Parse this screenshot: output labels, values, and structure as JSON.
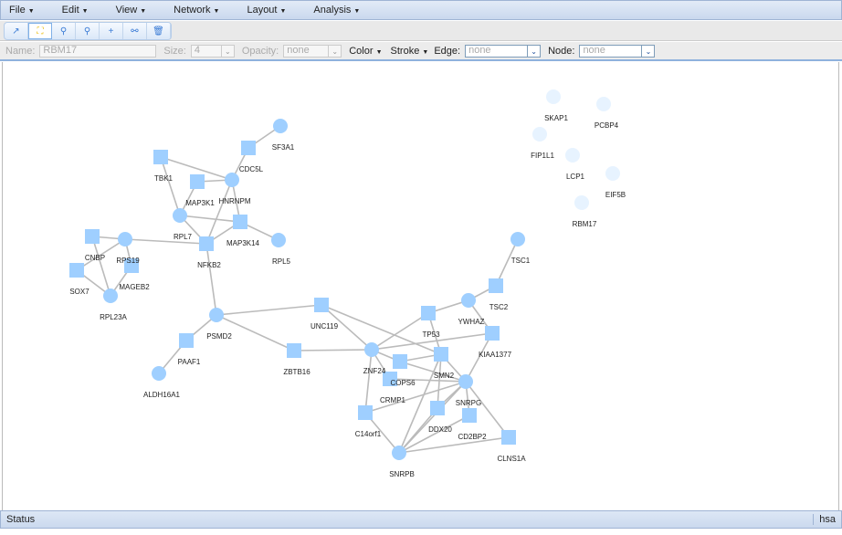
{
  "menubar": {
    "items": [
      "File",
      "Edit",
      "View",
      "Network",
      "Layout",
      "Analysis"
    ]
  },
  "toolbar": {
    "tools": [
      {
        "name": "select-tool",
        "glyph": "↗"
      },
      {
        "name": "fit-tool",
        "glyph": "⛶"
      },
      {
        "name": "zoom-in-tool",
        "glyph": "⚲"
      },
      {
        "name": "zoom-out-tool",
        "glyph": "⚲"
      },
      {
        "name": "add-node-tool",
        "glyph": "+"
      },
      {
        "name": "add-edge-tool",
        "glyph": "⚯"
      },
      {
        "name": "delete-tool",
        "glyph": "🗑"
      }
    ]
  },
  "properties": {
    "name_label": "Name:",
    "name_value": "RBM17",
    "size_label": "Size:",
    "size_value": "4",
    "opacity_label": "Opacity:",
    "opacity_value": "none",
    "color_label": "Color",
    "stroke_label": "Stroke",
    "edge_label": "Edge:",
    "edge_value": "none",
    "node_label": "Node:",
    "node_value": "none"
  },
  "network": {
    "node_color": "#9fcfff",
    "nodes": [
      "SF3A1",
      "CDC5L",
      "TBK1",
      "HNRNPM",
      "MAP3K1",
      "RPL7",
      "MAP3K14",
      "NFKB2",
      "RPL5",
      "CNBP",
      "RPS19",
      "MAGEB2",
      "SOX7",
      "RPL23A",
      "PSMD2",
      "PAAF1",
      "ALDH16A1",
      "UNC119",
      "ZBTB16",
      "ZNF24",
      "TP53",
      "YWHAZ",
      "TSC1",
      "TSC2",
      "KIAA1377",
      "SMN2",
      "COPS6",
      "CRMP1",
      "SNRPG",
      "DDX20",
      "CD2BP2",
      "C14orf1",
      "CLNS1A",
      "SNRPB",
      "SKAP1",
      "PCBP4",
      "FIP1L1",
      "LCP1",
      "EIF5B",
      "RBM17"
    ],
    "faded_nodes": [
      "SKAP1",
      "PCBP4",
      "FIP1L1",
      "LCP1",
      "EIF5B",
      "RBM17"
    ],
    "edges": [
      [
        "SF3A1",
        "CDC5L"
      ],
      [
        "CDC5L",
        "HNRNPM"
      ],
      [
        "TBK1",
        "HNRNPM"
      ],
      [
        "TBK1",
        "RPL7"
      ],
      [
        "MAP3K1",
        "HNRNPM"
      ],
      [
        "MAP3K1",
        "RPL7"
      ],
      [
        "HNRNPM",
        "MAP3K14"
      ],
      [
        "HNRNPM",
        "NFKB2"
      ],
      [
        "RPL7",
        "MAP3K14"
      ],
      [
        "RPL7",
        "NFKB2"
      ],
      [
        "MAP3K14",
        "NFKB2"
      ],
      [
        "MAP3K14",
        "RPL5"
      ],
      [
        "RPS19",
        "NFKB2"
      ],
      [
        "CNBP",
        "RPS19"
      ],
      [
        "CNBP",
        "RPL23A"
      ],
      [
        "RPS19",
        "MAGEB2"
      ],
      [
        "RPS19",
        "SOX7"
      ],
      [
        "SOX7",
        "RPL23A"
      ],
      [
        "MAGEB2",
        "RPL23A"
      ],
      [
        "NFKB2",
        "PSMD2"
      ],
      [
        "PSMD2",
        "UNC119"
      ],
      [
        "PSMD2",
        "ZBTB16"
      ],
      [
        "PSMD2",
        "PAAF1"
      ],
      [
        "PAAF1",
        "ALDH16A1"
      ],
      [
        "UNC119",
        "ZNF24"
      ],
      [
        "UNC119",
        "SMN2"
      ],
      [
        "ZBTB16",
        "ZNF24"
      ],
      [
        "ZNF24",
        "TP53"
      ],
      [
        "ZNF24",
        "KIAA1377"
      ],
      [
        "ZNF24",
        "COPS6"
      ],
      [
        "ZNF24",
        "CRMP1"
      ],
      [
        "ZNF24",
        "C14orf1"
      ],
      [
        "TP53",
        "YWHAZ"
      ],
      [
        "YWHAZ",
        "TSC2"
      ],
      [
        "TSC2",
        "TSC1"
      ],
      [
        "YWHAZ",
        "KIAA1377"
      ],
      [
        "TP53",
        "SMN2"
      ],
      [
        "COPS6",
        "SMN2"
      ],
      [
        "COPS6",
        "SNRPG"
      ],
      [
        "CRMP1",
        "SNRPG"
      ],
      [
        "KIAA1377",
        "SNRPG"
      ],
      [
        "SMN2",
        "SNRPG"
      ],
      [
        "SMN2",
        "DDX20"
      ],
      [
        "SMN2",
        "SNRPB"
      ],
      [
        "SNRPG",
        "DDX20"
      ],
      [
        "SNRPG",
        "C14orf1"
      ],
      [
        "SNRPG",
        "CD2BP2"
      ],
      [
        "SNRPG",
        "CLNS1A"
      ],
      [
        "SNRPG",
        "SNRPB"
      ],
      [
        "C14orf1",
        "SNRPB"
      ],
      [
        "DDX20",
        "SNRPB"
      ],
      [
        "CD2BP2",
        "SNRPB"
      ],
      [
        "CLNS1A",
        "SNRPB"
      ]
    ]
  },
  "status": {
    "text": "Status",
    "organism": "hsa"
  }
}
